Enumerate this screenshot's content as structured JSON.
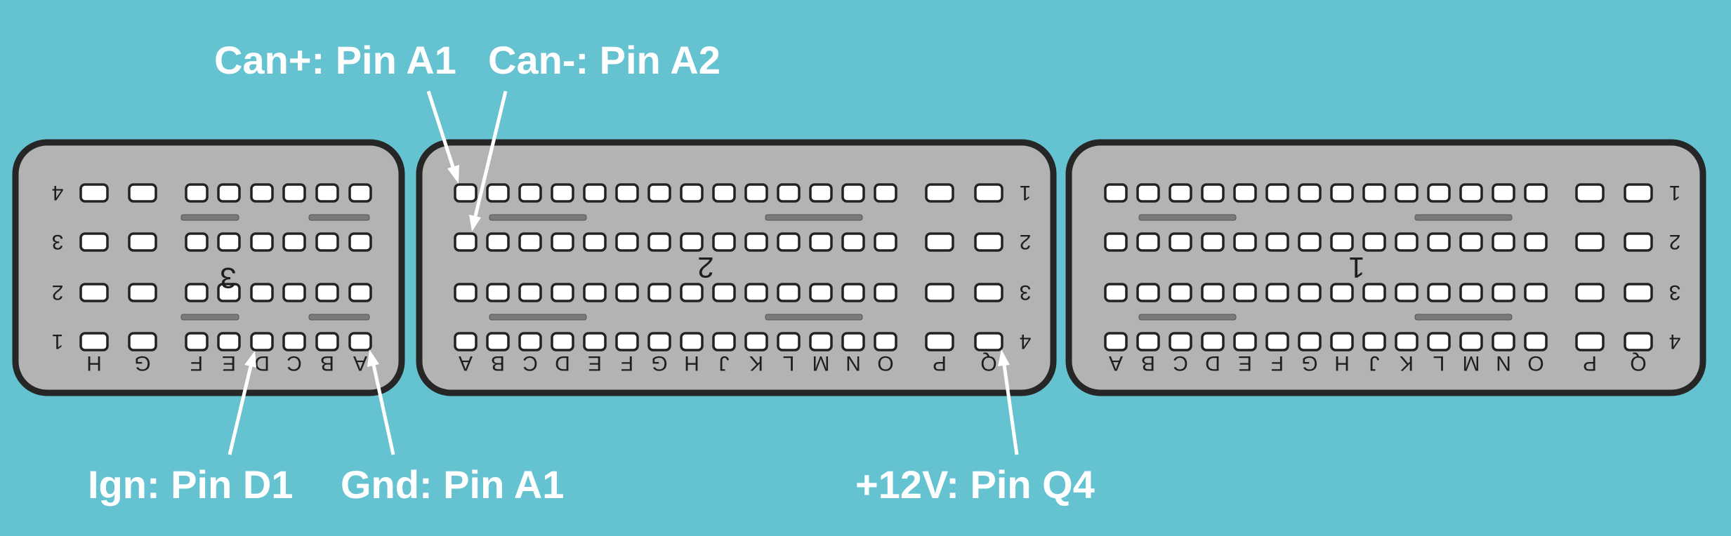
{
  "colors": {
    "background": "#65c3d1",
    "connector_fill": "#b3b3b3",
    "connector_border": "#262626",
    "pin_fill": "#ffffff",
    "pin_border": "#222222",
    "bar": "#7a7a7a",
    "callout_text": "#ffffff",
    "arrow": "#ffffff"
  },
  "connectors": [
    {
      "id": "3",
      "number": "3",
      "rows": [
        "4",
        "3",
        "2",
        "1"
      ],
      "columns": [
        "H",
        "G",
        "F",
        "E",
        "D",
        "C",
        "B",
        "A"
      ]
    },
    {
      "id": "2",
      "number": "2",
      "rows": [
        "1",
        "2",
        "3",
        "4"
      ],
      "columns": [
        "A",
        "B",
        "C",
        "D",
        "E",
        "F",
        "G",
        "H",
        "J",
        "K",
        "L",
        "M",
        "N",
        "O",
        "P",
        "Q"
      ]
    },
    {
      "id": "1",
      "number": "1",
      "rows": [
        "1",
        "2",
        "3",
        "4"
      ],
      "columns": [
        "A",
        "B",
        "C",
        "D",
        "E",
        "F",
        "G",
        "H",
        "J",
        "K",
        "L",
        "M",
        "N",
        "O",
        "P",
        "Q"
      ]
    }
  ],
  "callouts": [
    {
      "id": "can-plus",
      "text": "Can+: Pin A1"
    },
    {
      "id": "can-minus",
      "text": "Can-: Pin A2"
    },
    {
      "id": "ign",
      "text": "Ign: Pin D1"
    },
    {
      "id": "gnd",
      "text": "Gnd: Pin A1"
    },
    {
      "id": "v12",
      "text": "+12V: Pin Q4"
    }
  ]
}
